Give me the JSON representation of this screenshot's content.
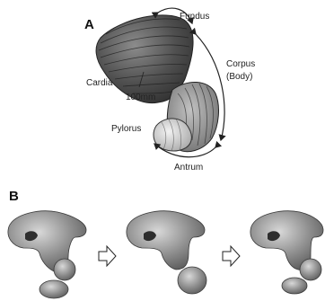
{
  "panel_a": {
    "letter": "A",
    "labels": {
      "fundus": "Fundus",
      "corpus": "Corpus",
      "body": "(Body)",
      "cardia": "Cardia",
      "scale": "100mm",
      "pylorus": "Pylorus",
      "antrum": "Antrum"
    }
  },
  "panel_b": {
    "letter": "B",
    "sequence_count": 3,
    "arrow_icon": "hollow-right-arrow"
  },
  "colors": {
    "fundus_dark": "#4a4a4a",
    "body_mid": "#8a8a8a",
    "antrum_light": "#c8c8c8",
    "arrow_line": "#222222"
  }
}
